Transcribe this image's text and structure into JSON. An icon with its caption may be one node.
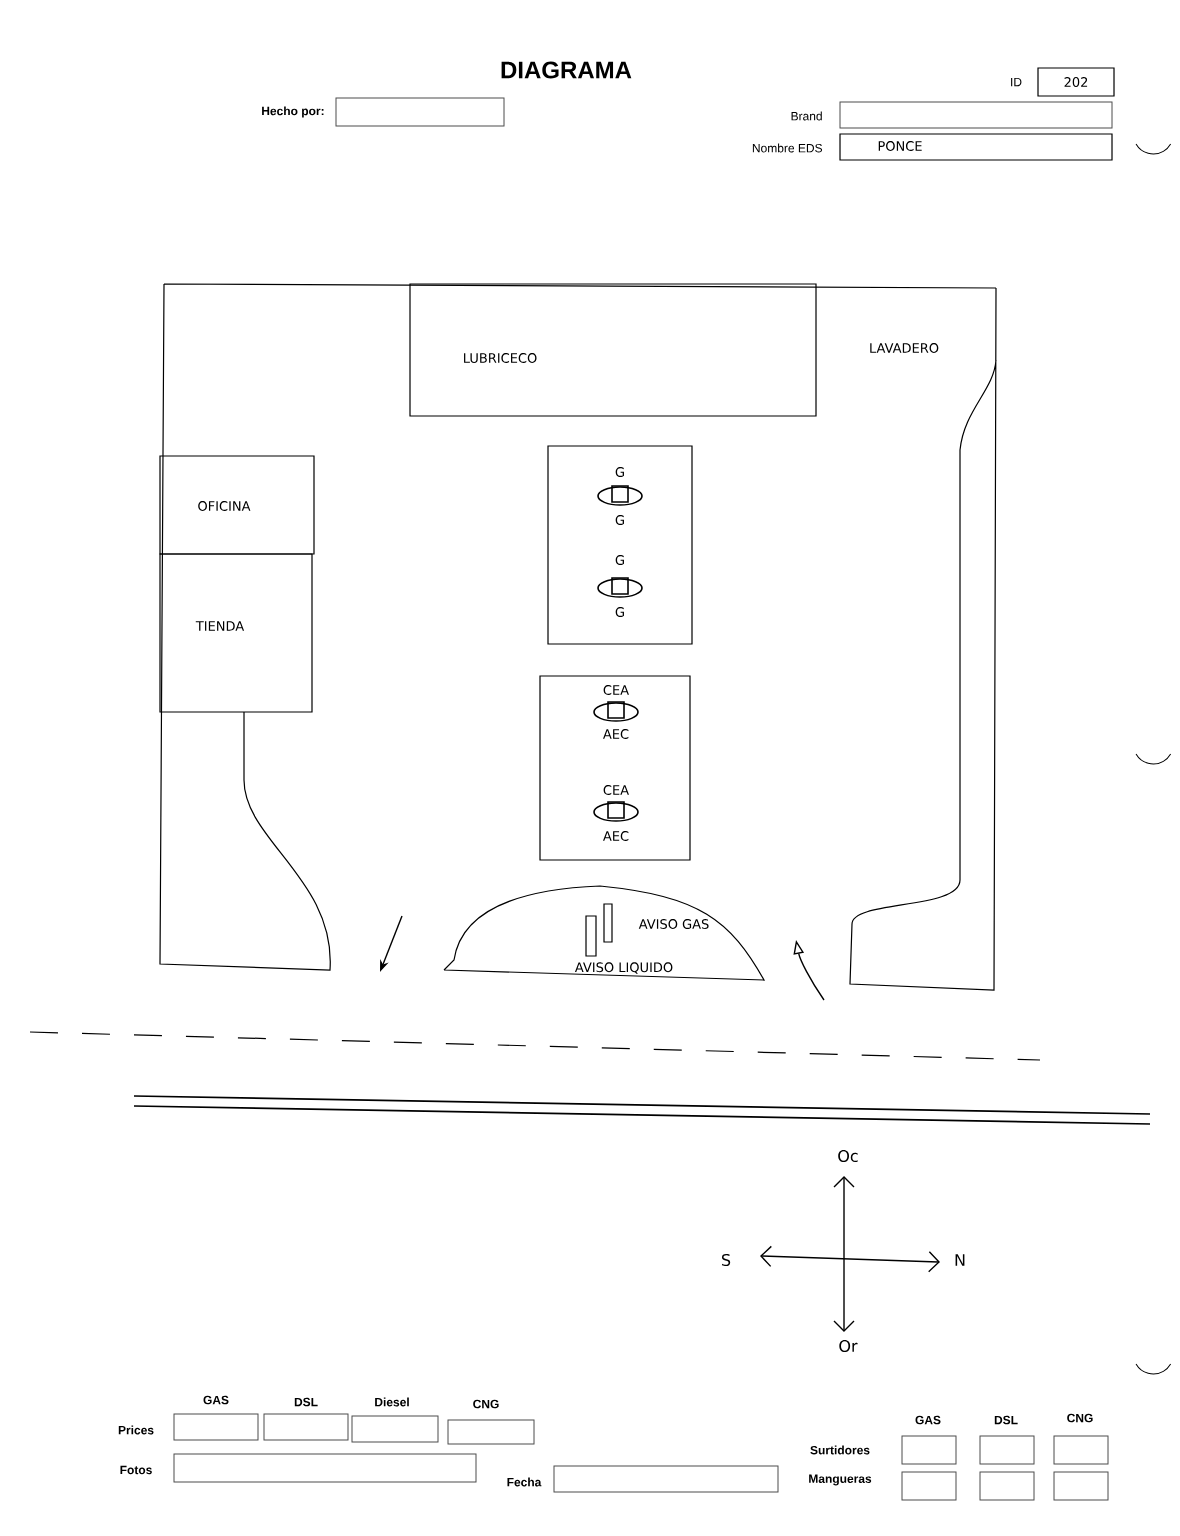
{
  "diagram": {
    "title": "DIAGRAMA",
    "nodes": [
      {
        "text": [
          "202"
        ]
      },
      {
        "text": [
          "PONCE"
        ]
      },
      {
        "text": [
          "LUBRICECO"
        ]
      },
      {
        "text": [
          "OFICINA"
        ]
      },
      {
        "text": [
          "TIENDA"
        ]
      },
      {
        "text": [
          "G",
          "G",
          "G",
          "G"
        ]
      },
      {
        "text": [
          "CEA",
          "AEC",
          "CEA",
          "AEC"
        ]
      },
      {
        "text": [
          "AVISO GAS",
          "AVISO LIQUIDO"
        ]
      }
    ],
    "labels": [
      "ID",
      "Hecho por:",
      "Brand",
      "Nombre EDS",
      "LAVADERO",
      "Oc",
      "S",
      "N",
      "Or",
      "GAS",
      "DSL",
      "Diesel",
      "CNG",
      "Prices",
      "Fotos",
      "Fecha",
      "GAS",
      "DSL",
      "CNG",
      "Surtidores",
      "Mangueras"
    ]
  }
}
